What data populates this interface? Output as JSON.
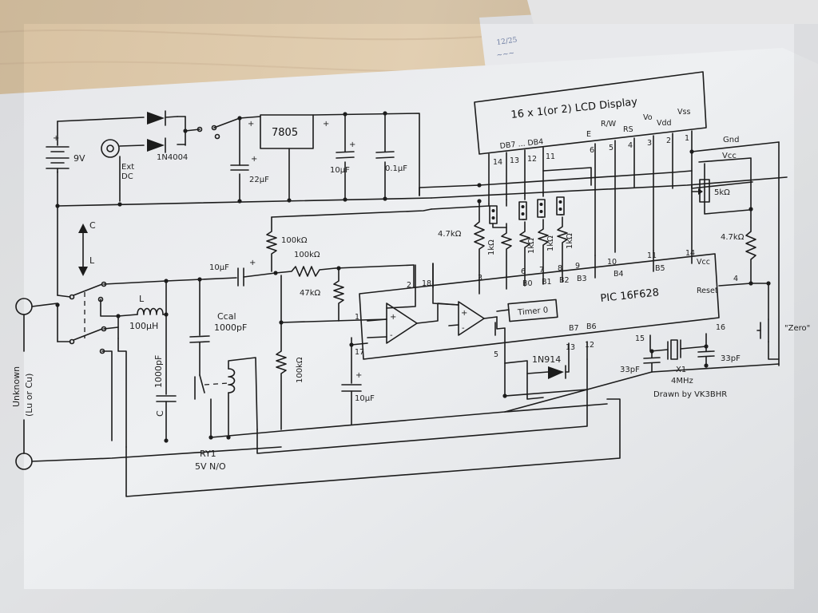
{
  "background_note": {
    "line1": "12/25",
    "line2": "~~~"
  },
  "ic": {
    "regulator": "7805",
    "lcd": "16 x 1(or 2) LCD Display",
    "pic": "PIC 16F628",
    "timer": "Timer 0"
  },
  "lcd_pins": {
    "db": "DB7 ... DB4",
    "e": "E",
    "rw": "R/W",
    "rs": "RS",
    "vo": "Vo",
    "vdd": "Vdd",
    "vss": "Vss",
    "numbers": [
      "14",
      "13",
      "12",
      "11",
      "6",
      "5",
      "4",
      "3",
      "2",
      "1"
    ]
  },
  "pic_pins": {
    "b_labels": [
      "B0",
      "B1",
      "B2",
      "B3",
      "B4",
      "B5",
      "B7",
      "B6"
    ],
    "vcc": "Vcc",
    "reset": "Reset",
    "numbers": [
      "6",
      "7",
      "8",
      "9",
      "10",
      "11",
      "14",
      "4",
      "2",
      "18",
      "3",
      "1",
      "17",
      "5",
      "13",
      "12",
      "15",
      "16"
    ]
  },
  "rails": {
    "gnd": "Gnd",
    "vcc": "Vcc"
  },
  "components": {
    "battery": "9V",
    "ext_dc_1": "Ext",
    "ext_dc_2": "DC",
    "diode_supply": "1N4004",
    "cap_22u": "22µF",
    "cap_10u_reg": "10µF",
    "cap_01u": "0.1µF",
    "r_47k_a": "4.7kΩ",
    "r_1k_1": "1kΩ",
    "r_1k_2": "1kΩ",
    "r_1k_3": "1kΩ",
    "r_1k_4": "1kΩ",
    "pot_5k": "5kΩ",
    "r_47k_b": "4.7kΩ",
    "r_100k_top": "100kΩ",
    "r_100k_series": "100kΩ",
    "r_47k": "47kΩ",
    "r_100k_bottom": "100kΩ",
    "cap_10u_in": "10µF",
    "cap_10u_ref": "10µF",
    "inductor_L": "L",
    "inductor_val": "100µH",
    "ccal_name": "Ccal",
    "ccal_val": "1000pF",
    "c_name": "C",
    "c_val": "1000pF",
    "relay_name": "RY1",
    "relay_type": "5V N/O",
    "diode_sig": "1N914",
    "crystal_name": "X1",
    "crystal_val": "4MHz",
    "cap_33p_a": "33pF",
    "cap_33p_b": "33pF",
    "zero_button": "\"Zero\"",
    "switch_c": "C",
    "switch_l": "L",
    "unknown_1": "Unknown",
    "unknown_2": "(Lu or Cu)",
    "sign_plus": "+",
    "sign_minus": "-"
  },
  "credit": "Drawn by VK3BHR"
}
